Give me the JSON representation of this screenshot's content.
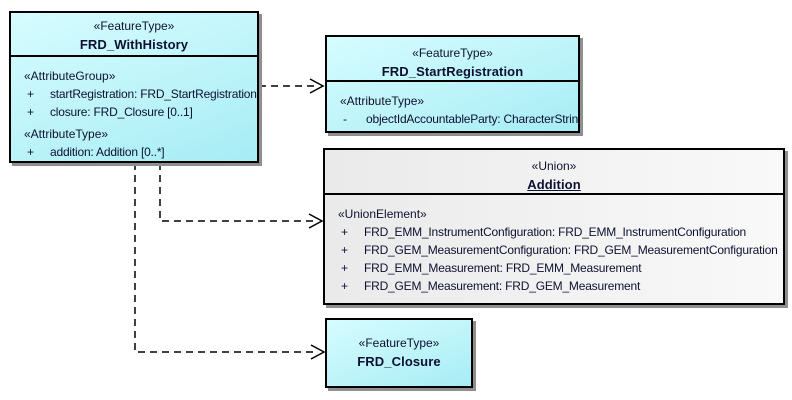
{
  "diagram": {
    "kind": "uml-class-diagram",
    "colors": {
      "feature_fill_top": "#d6fcff",
      "feature_fill_bottom": "#a6ecf5",
      "union_fill_left": "#eaeaea",
      "union_fill_right": "#f9f9f9",
      "border": "#000000",
      "shadow": "#8f8f8f",
      "text": "#0d1030",
      "connector": "#000000"
    },
    "connector_style": "dashed-open-arrow-dependency"
  },
  "boxes": {
    "with_history": {
      "stereotype": "«FeatureType»",
      "name": "FRD_WithHistory",
      "rows": [
        {
          "prefix": "",
          "text": "«AttributeGroup»"
        },
        {
          "prefix": "+",
          "text": "startRegistration: FRD_StartRegistration"
        },
        {
          "prefix": "+",
          "text": "closure: FRD_Closure [0..1]"
        },
        {
          "prefix": "",
          "text": "«AttributeType»"
        },
        {
          "prefix": "+",
          "text": "addition: Addition [0..*]"
        }
      ]
    },
    "start_registration": {
      "stereotype": "«FeatureType»",
      "name": "FRD_StartRegistration",
      "rows": [
        {
          "prefix": "",
          "text": "«AttributeType»"
        },
        {
          "prefix": "-",
          "text": "objectIdAccountableParty: CharacterString"
        }
      ]
    },
    "addition": {
      "stereotype": "«Union»",
      "name": "Addition",
      "rows": [
        {
          "prefix": "",
          "text": "«UnionElement»"
        },
        {
          "prefix": "+",
          "text": "FRD_EMM_InstrumentConfiguration: FRD_EMM_InstrumentConfiguration"
        },
        {
          "prefix": "+",
          "text": "FRD_GEM_MeasurementConfiguration: FRD_GEM_MeasurementConfiguration"
        },
        {
          "prefix": "+",
          "text": "FRD_EMM_Measurement: FRD_EMM_Measurement"
        },
        {
          "prefix": "+",
          "text": "FRD_GEM_Measurement: FRD_GEM_Measurement"
        }
      ]
    },
    "closure": {
      "stereotype": "«FeatureType»",
      "name": "FRD_Closure"
    }
  }
}
